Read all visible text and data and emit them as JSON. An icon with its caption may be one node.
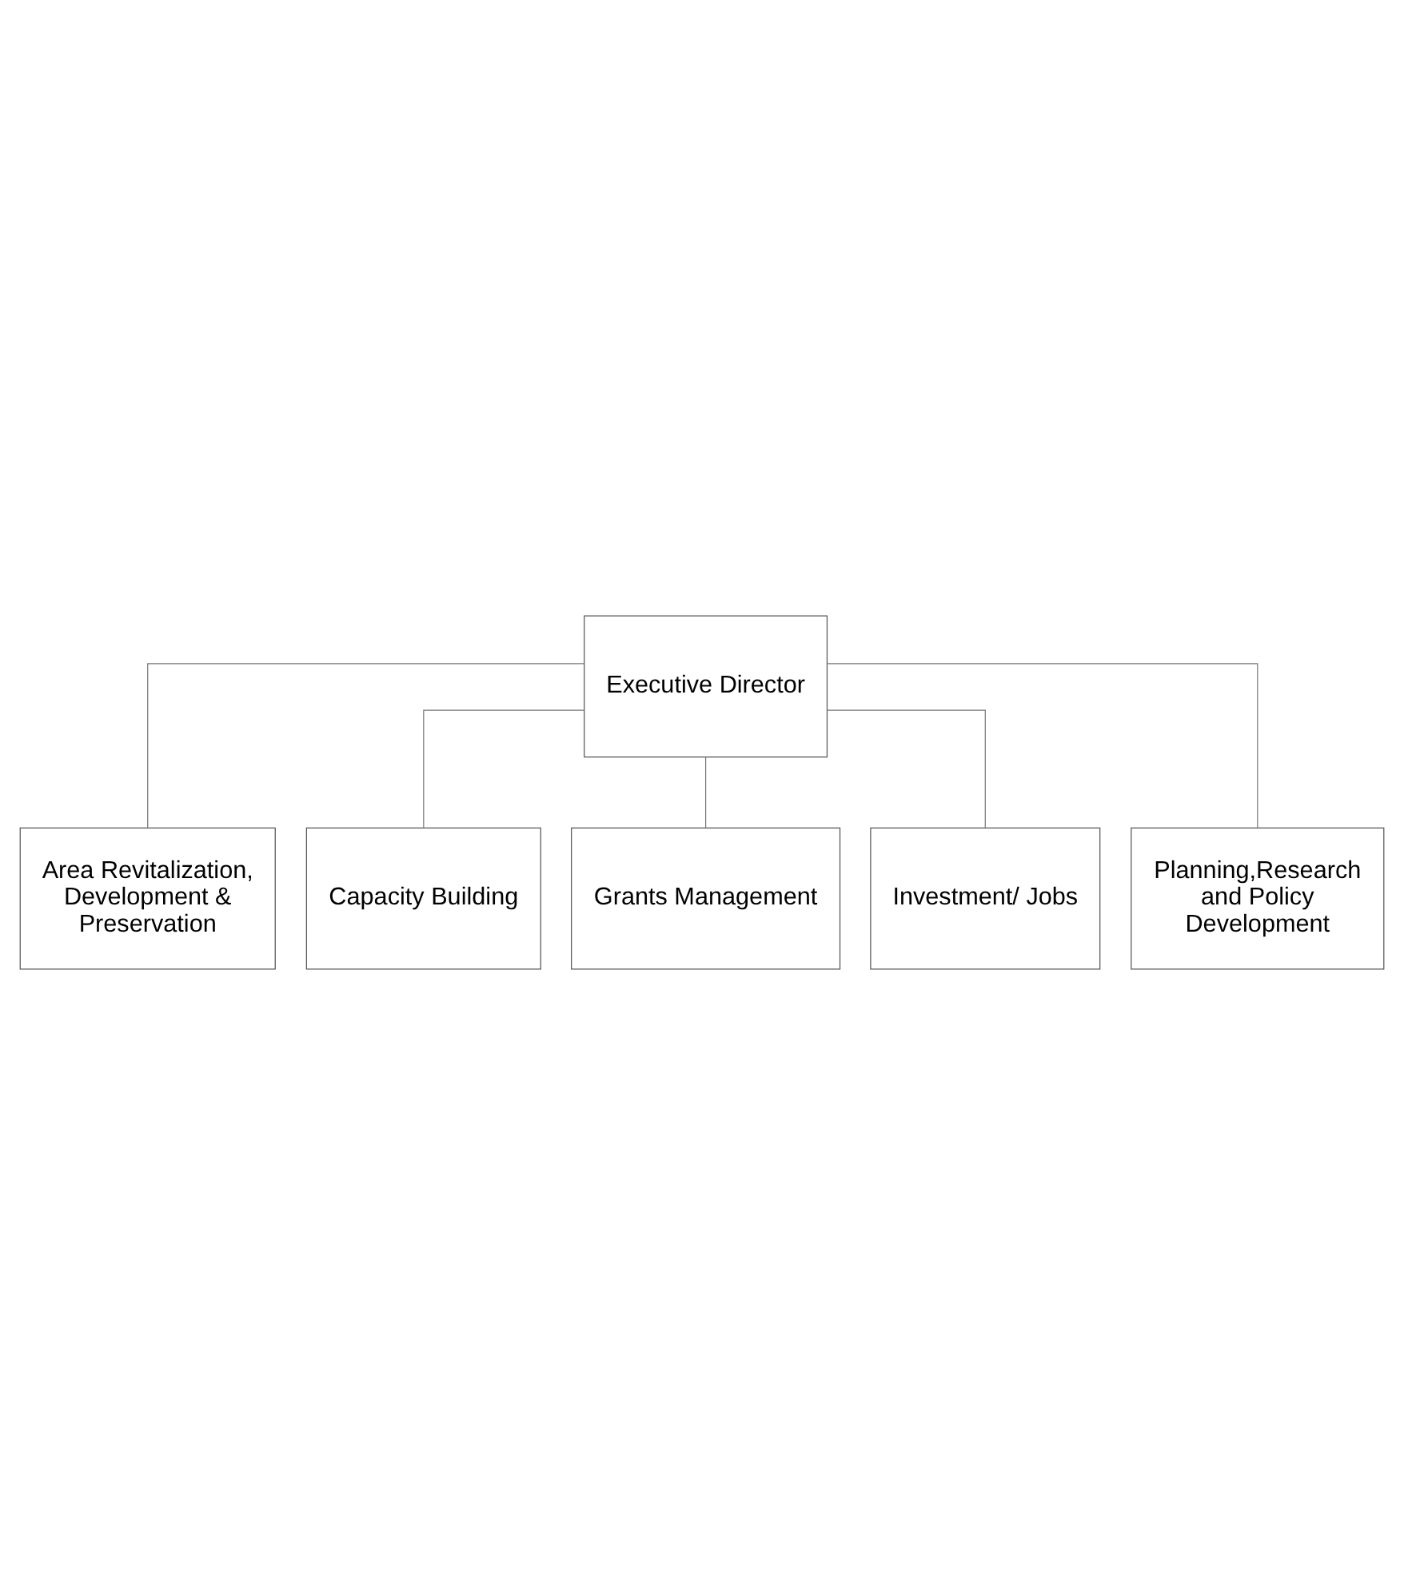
{
  "diagram": {
    "nodes": [
      {
        "text": [
          "Executive Director"
        ]
      },
      {
        "text": [
          "Area Revitalization, Development & Preservation"
        ]
      },
      {
        "text": [
          "Capacity Building"
        ]
      },
      {
        "text": [
          "Grants Management"
        ]
      },
      {
        "text": [
          "Investment/ Jobs"
        ]
      },
      {
        "text": [
          "Planning,Research and Policy Development"
        ]
      }
    ],
    "edges": [
      {
        "from": 0,
        "to": 1,
        "arrow": "none"
      },
      {
        "from": 0,
        "to": 2,
        "arrow": "none"
      },
      {
        "from": 0,
        "to": 3,
        "arrow": "none"
      },
      {
        "from": 0,
        "to": 4,
        "arrow": "none"
      },
      {
        "from": 0,
        "to": 5,
        "arrow": "none"
      }
    ]
  }
}
